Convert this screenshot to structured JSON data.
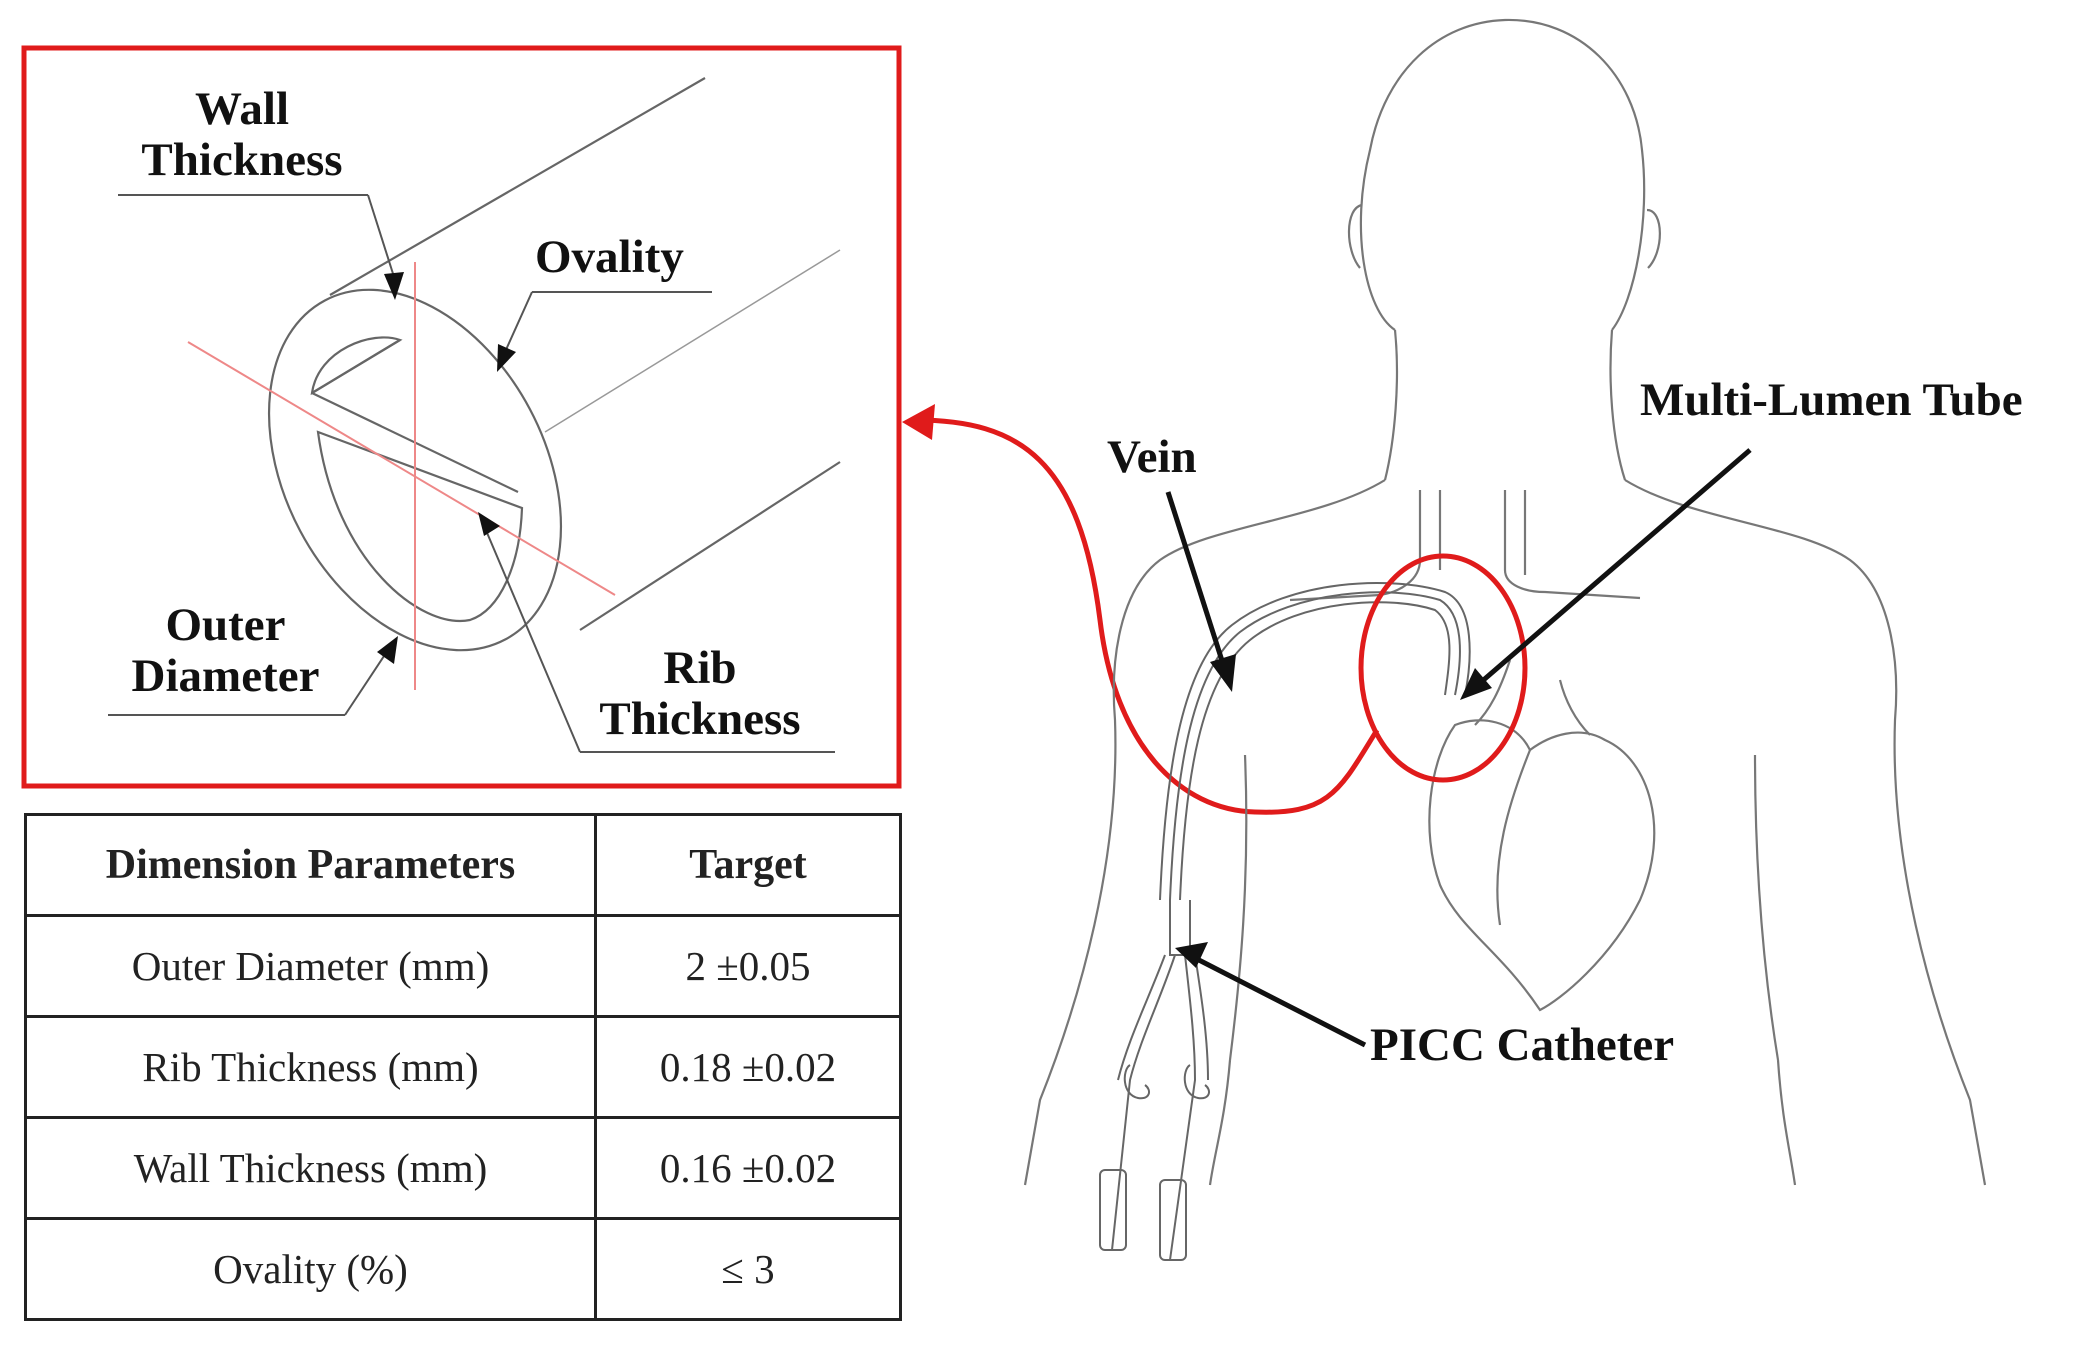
{
  "detail_labels": {
    "wall_thickness": [
      "Wall",
      "Thickness"
    ],
    "ovality": "Ovality",
    "outer_diameter": [
      "Outer",
      "Diameter"
    ],
    "rib_thickness": [
      "Rib",
      "Thickness"
    ]
  },
  "body_labels": {
    "vein": "Vein",
    "multi_lumen_tube": "Multi-Lumen Tube",
    "picc_catheter": "PICC Catheter"
  },
  "table": {
    "headers": [
      "Dimension Parameters",
      "Target"
    ],
    "rows": [
      [
        "Outer Diameter (mm)",
        "2 ±0.05"
      ],
      [
        "Rib Thickness (mm)",
        "0.18 ±0.02"
      ],
      [
        "Wall Thickness (mm)",
        "0.16 ±0.02"
      ],
      [
        "Ovality (%)",
        "≤ 3"
      ]
    ]
  },
  "colors": {
    "highlight": "#e01b1b",
    "line": "#444444",
    "text": "#111111"
  }
}
